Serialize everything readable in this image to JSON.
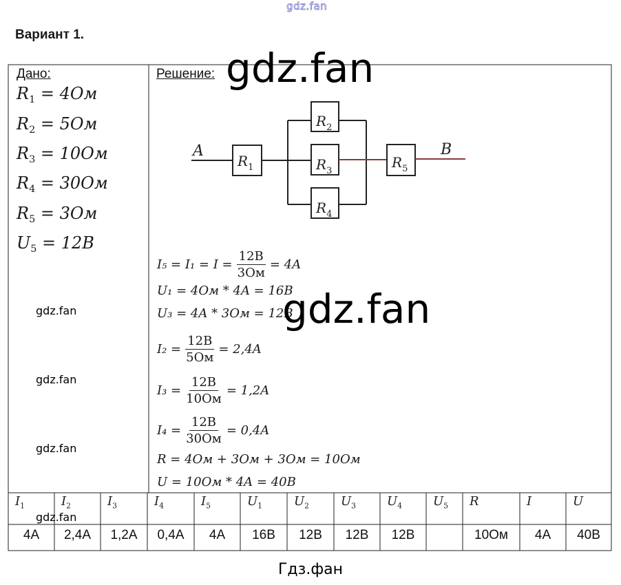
{
  "watermarks": {
    "top": "gdz.fan",
    "big": "gdz.fan",
    "small": "gdz.fan"
  },
  "title": "Вариант 1.",
  "given": {
    "header": "Дано:",
    "items": [
      {
        "sym": "R",
        "sub": "1",
        "value": "4Ом"
      },
      {
        "sym": "R",
        "sub": "2",
        "value": "5Ом"
      },
      {
        "sym": "R",
        "sub": "3",
        "value": "10Ом"
      },
      {
        "sym": "R",
        "sub": "4",
        "value": "30Ом"
      },
      {
        "sym": "R",
        "sub": "5",
        "value": "3Ом"
      },
      {
        "sym": "U",
        "sub": "5",
        "value": "12В"
      }
    ]
  },
  "solution": {
    "header": "Решение:",
    "circuit": {
      "node_a": "A",
      "node_b": "B",
      "resistors": [
        {
          "sym": "R",
          "sub": "1"
        },
        {
          "sym": "R",
          "sub": "2"
        },
        {
          "sym": "R",
          "sub": "3"
        },
        {
          "sym": "R",
          "sub": "4"
        },
        {
          "sym": "R",
          "sub": "5"
        }
      ]
    },
    "equations": {
      "e1": {
        "lhs": "I₅ = I₁ = I =",
        "num": "12В",
        "den": "3Ом",
        "rhs": "= 4A"
      },
      "e2": "U₁ = 4Ом * 4A = 16В",
      "e3": "U₃ = 4A * 3Ом = 12В",
      "e4": {
        "lhs": "I₂ =",
        "num": "12В",
        "den": "5Ом",
        "rhs": "= 2,4A"
      },
      "e5": {
        "lhs": "I₃ =",
        "num": "12В",
        "den": "10Ом",
        "rhs": "= 1,2A"
      },
      "e6": {
        "lhs": "I₄ =",
        "num": "12В",
        "den": "30Ом",
        "rhs": "= 0,4A"
      },
      "e7": "R = 4Ом + 3Ом + 3Ом = 10Ом",
      "e8": "U = 10Ом * 4A = 40В"
    }
  },
  "answer_table": {
    "headers": [
      {
        "sym": "I",
        "sub": "1"
      },
      {
        "sym": "I",
        "sub": "2"
      },
      {
        "sym": "I",
        "sub": "3"
      },
      {
        "sym": "I",
        "sub": "4"
      },
      {
        "sym": "I",
        "sub": "5"
      },
      {
        "sym": "U",
        "sub": "1"
      },
      {
        "sym": "U",
        "sub": "2"
      },
      {
        "sym": "U",
        "sub": "3"
      },
      {
        "sym": "U",
        "sub": "4"
      },
      {
        "sym": "U",
        "sub": "5"
      },
      {
        "sym": "R",
        "sub": ""
      },
      {
        "sym": "I",
        "sub": ""
      },
      {
        "sym": "U",
        "sub": ""
      }
    ],
    "values": [
      "4А",
      "2,4А",
      "1,2А",
      "0,4А",
      "4А",
      "16В",
      "12В",
      "12В",
      "12В",
      "",
      "10Ом",
      "4А",
      "40В"
    ]
  },
  "footer": "Гдз.фан"
}
